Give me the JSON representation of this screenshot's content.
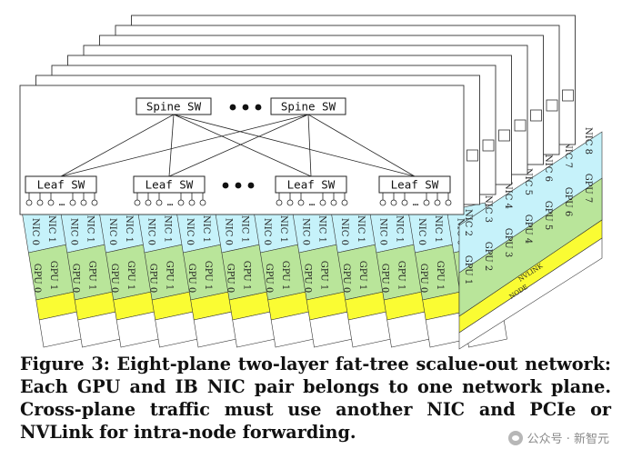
{
  "diagram": {
    "spine_label": "Spine SW",
    "leaf_label": "Leaf SW",
    "ellipsis": "…",
    "nic_prefix": "NIC",
    "gpu_prefix": "GPU",
    "nvlink_label": "NVLINK",
    "node_label": "NODE",
    "plane_count": 8,
    "node_columns": 12,
    "colors": {
      "nic_band": "#c6f2fa",
      "gpu_band": "#b9e59a",
      "nvlink_band": "#fafc33",
      "plane_fill": "#ffffff",
      "stroke": "#333333"
    }
  },
  "caption": {
    "text": "Figure 3: Eight-plane two-layer fat-tree scalue-out network: Each GPU and IB NIC pair belongs to one network plane. Cross-plane traffic must use another NIC and PCIe or NVLink for intra-node forwarding."
  },
  "watermark": {
    "text": "公众号 · 新智元"
  }
}
